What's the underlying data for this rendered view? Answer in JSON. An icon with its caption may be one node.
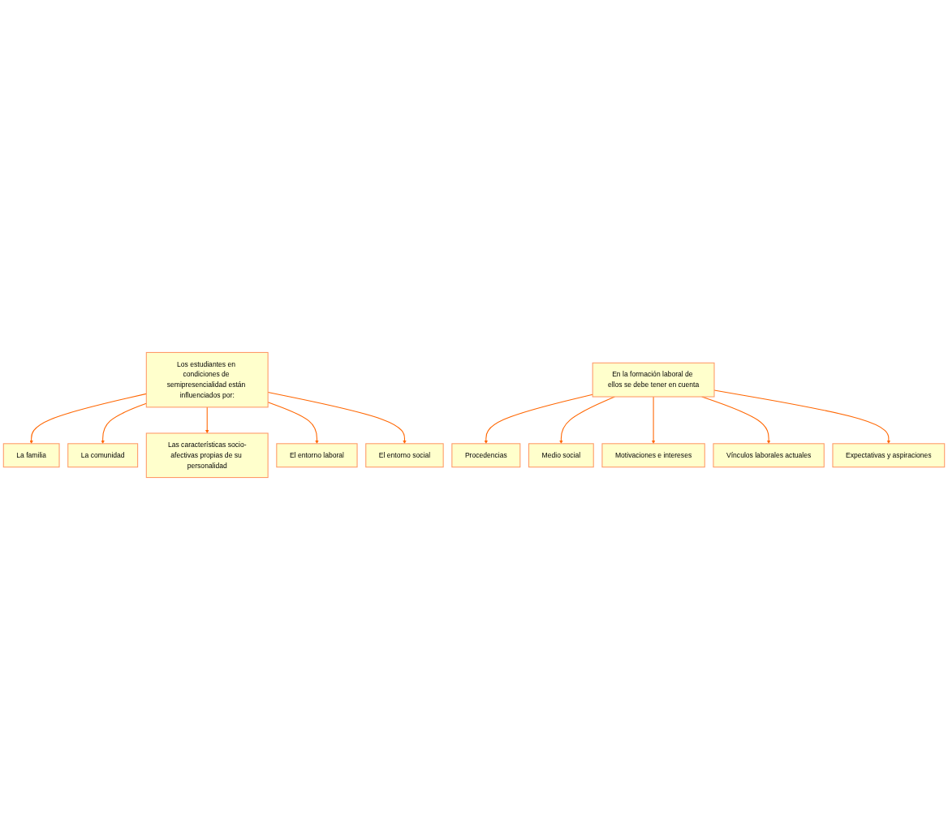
{
  "diagram": {
    "nodes": [
      {
        "text": [
          "Los estudiantes en condiciones de semipresencialidad están influenciados por:"
        ]
      },
      {
        "text": [
          "La familia"
        ]
      },
      {
        "text": [
          "La comunidad"
        ]
      },
      {
        "text": [
          "Las características socio-afectivas propias de su personalidad"
        ]
      },
      {
        "text": [
          "El entorno laboral"
        ]
      },
      {
        "text": [
          "El entorno social"
        ]
      },
      {
        "text": [
          "En la formación laboral de ellos se debe tener en cuenta"
        ]
      },
      {
        "text": [
          "Procedencias"
        ]
      },
      {
        "text": [
          "Medio social"
        ]
      },
      {
        "text": [
          "Motivaciones e intereses"
        ]
      },
      {
        "text": [
          "Vínculos laborales actuales"
        ]
      },
      {
        "text": [
          "Expectativas y aspiraciones"
        ]
      }
    ],
    "edges": [
      {
        "from": 0,
        "to": 1,
        "arrow": "to"
      },
      {
        "from": 0,
        "to": 2,
        "arrow": "to"
      },
      {
        "from": 0,
        "to": 3,
        "arrow": "to"
      },
      {
        "from": 0,
        "to": 4,
        "arrow": "to"
      },
      {
        "from": 0,
        "to": 5,
        "arrow": "to"
      },
      {
        "from": 6,
        "to": 7,
        "arrow": "to"
      },
      {
        "from": 6,
        "to": 8,
        "arrow": "to"
      },
      {
        "from": 6,
        "to": 9,
        "arrow": "to"
      },
      {
        "from": 6,
        "to": 10,
        "arrow": "to"
      },
      {
        "from": 6,
        "to": 11,
        "arrow": "to"
      }
    ]
  }
}
